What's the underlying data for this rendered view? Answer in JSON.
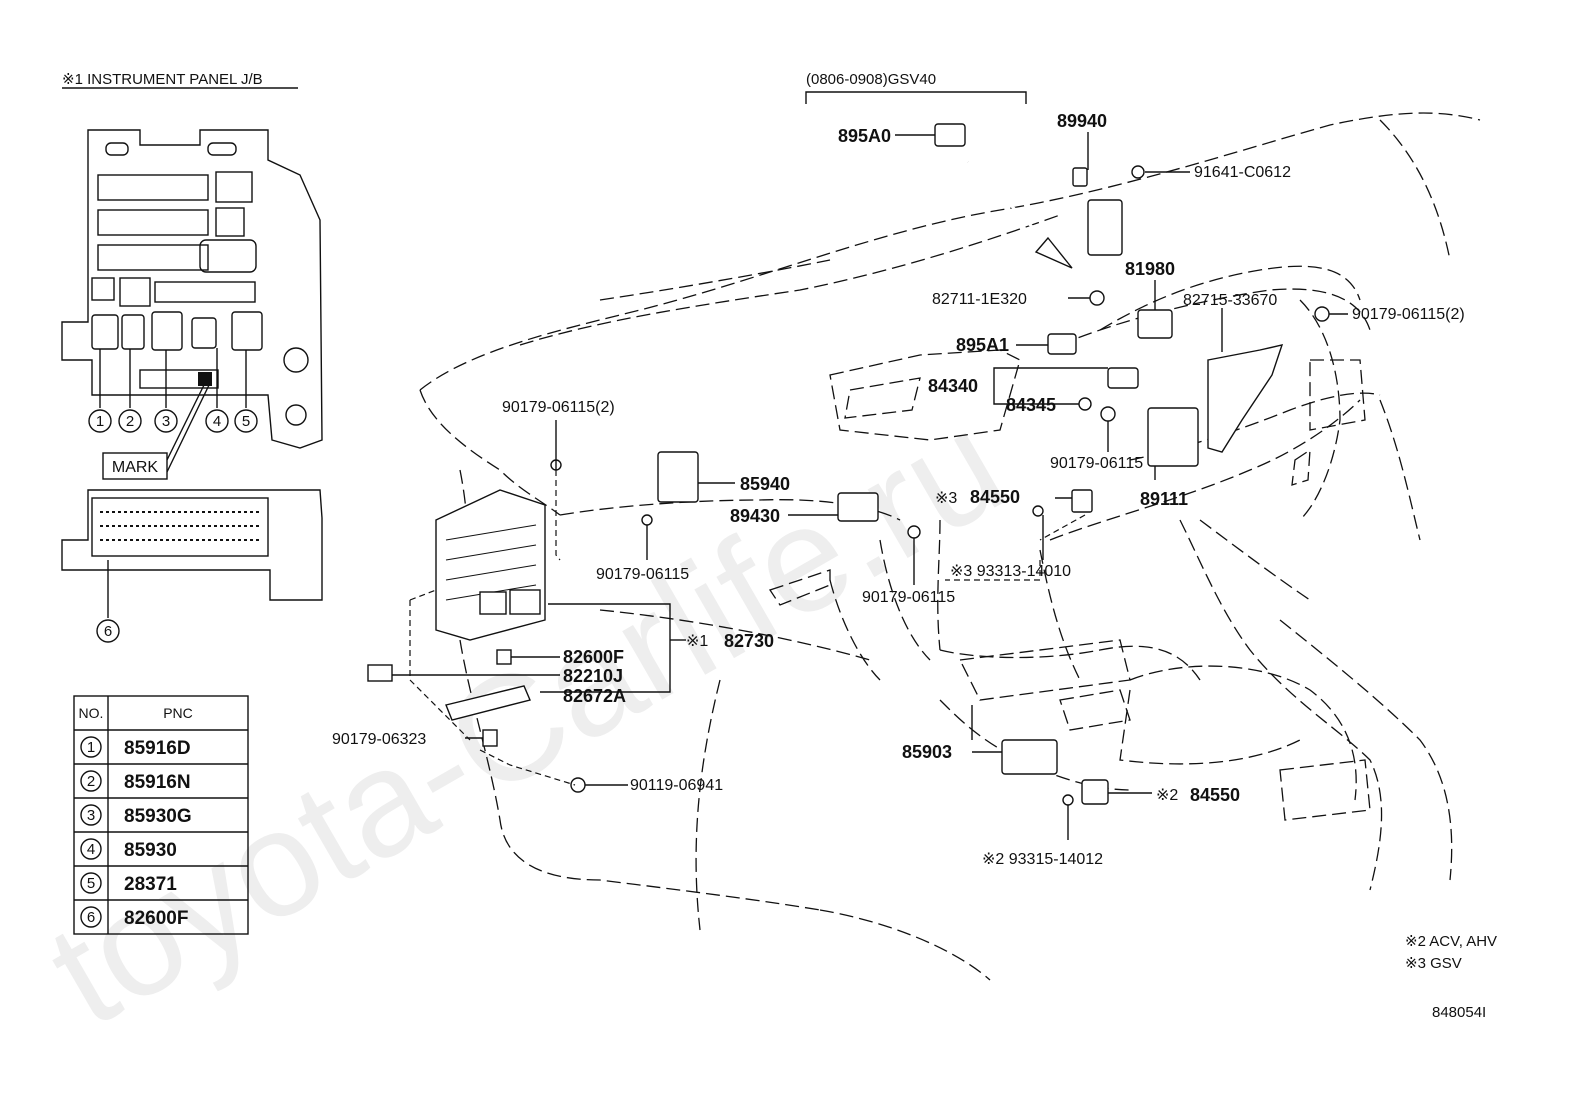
{
  "watermark": "toyota-Carlife.ru",
  "jb_title": "※1 INSTRUMENT PANEL J/B",
  "mark_label": "MARK",
  "jb_callouts": [
    "1",
    "2",
    "3",
    "4",
    "5",
    "6"
  ],
  "bracket_label": "(0806-0908)GSV40",
  "table": {
    "headers": [
      "NO.",
      "PNC"
    ],
    "rows": [
      {
        "no": "1",
        "pnc": "85916D"
      },
      {
        "no": "2",
        "pnc": "85916N"
      },
      {
        "no": "3",
        "pnc": "85930G"
      },
      {
        "no": "4",
        "pnc": "85930"
      },
      {
        "no": "5",
        "pnc": "28371"
      },
      {
        "no": "6",
        "pnc": "82600F"
      }
    ]
  },
  "parts": {
    "p895A0": "895A0",
    "p89940": "89940",
    "p91641": "91641-C0612",
    "p81980": "81980",
    "p82711": "82711-1E320",
    "p82715": "82715-33670",
    "p90179_2a": "90179-06115(2)",
    "p895A1": "895A1",
    "p84340": "84340",
    "p84345": "84345",
    "p90179_2b": "90179-06115(2)",
    "p90179_c": "90179-06115",
    "p85940": "85940",
    "p89430": "89430",
    "p84550a_mark": "※3",
    "p84550a": "84550",
    "p89111": "89111",
    "p90179_d": "90179-06115",
    "p93313": "※3 93313-14010",
    "p90179_e": "90179-06115",
    "p82730_mark": "※1",
    "p82730": "82730",
    "p82600F": "82600F",
    "p82210J": "82210J",
    "p82672A": "82672A",
    "p90179_06323": "90179-06323",
    "p90119": "90119-06941",
    "p85903": "85903",
    "p84550b_mark": "※2",
    "p84550b": "84550",
    "p93315": "※2 93315-14012"
  },
  "notes": [
    "※2 ACV, AHV",
    "※3 GSV"
  ],
  "figure_id": "848054I"
}
